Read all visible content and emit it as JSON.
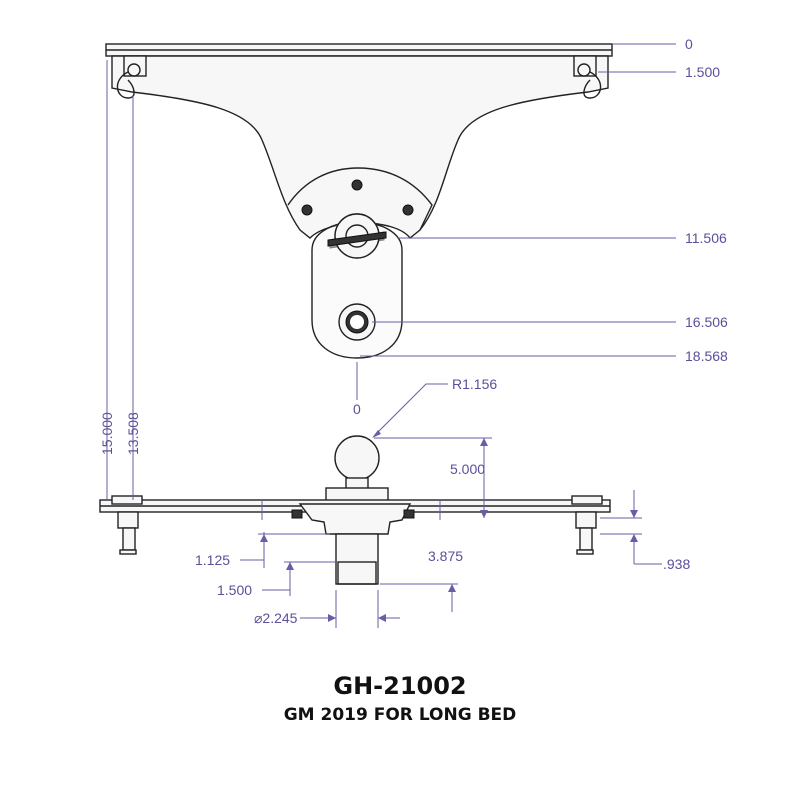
{
  "title": {
    "part_number": "GH-21002",
    "subtitle": "GM 2019 FOR LONG BED"
  },
  "dimensions": {
    "top_ref": "0",
    "pin_height": "1.500",
    "upper_socket": "11.506",
    "lower_socket": "16.506",
    "plate_bottom": "18.568",
    "socket_ref": "0",
    "ball_radius": "R1.156",
    "ball_height": "5.000",
    "left_outer": "15.000",
    "left_inner": "13.508",
    "stem_offset": "1.125",
    "stem_offset_2": "1.500",
    "shank_depth": "3.875",
    "shank_diameter": "⌀2.245",
    "bolt_length": ".938"
  },
  "colors": {
    "dimension": "#6b5ca5",
    "outline": "#222222"
  }
}
